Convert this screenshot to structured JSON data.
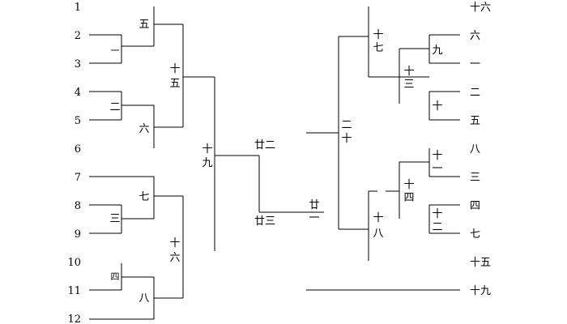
{
  "left_seeds": [
    "1",
    "2",
    "3",
    "4",
    "5",
    "6",
    "7",
    "8",
    "9",
    "10",
    "11",
    "12"
  ],
  "right_slots": [
    "十六",
    "六",
    "一",
    "二",
    "五",
    "八",
    "三",
    "四",
    "七",
    "十五",
    "十九"
  ],
  "match_labels": {
    "m1": "一",
    "m2": "二",
    "m3": "三",
    "m4": "四",
    "m5": "五",
    "m6": "六",
    "m7": "七",
    "m8": "八",
    "m9": "九",
    "m10": "十",
    "m11a": "十",
    "m11b": "一",
    "m12a": "十",
    "m12b": "二",
    "m13a": "十",
    "m13b": "三",
    "m14a": "十",
    "m14b": "四",
    "m15a": "十",
    "m15b": "五",
    "m16a": "十",
    "m16b": "六",
    "m17a": "十",
    "m17b": "七",
    "m18a": "十",
    "m18b": "八",
    "m19a": "十",
    "m19b": "九",
    "m20a": "二",
    "m20b": "十",
    "m21a": "廿",
    "m21b": "一",
    "m22": "廿二",
    "m23": "廿三"
  }
}
